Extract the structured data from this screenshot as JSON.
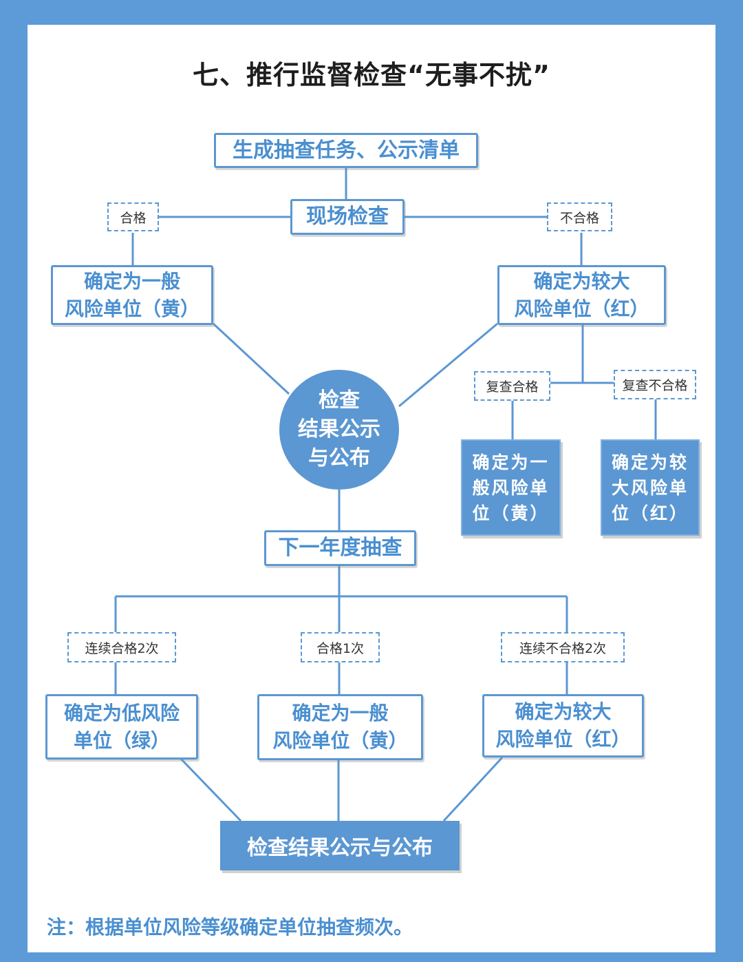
{
  "title": "七、推行监督检查“无事不扰”",
  "top_box": "生成抽查任务、公示清单",
  "onsite_box": "现场检查",
  "label_pass": "合格",
  "label_fail": "不合格",
  "general_risk_top": [
    "确定为一般",
    "风险单位（黄）"
  ],
  "major_risk_top": [
    "确定为较大",
    "风险单位（红）"
  ],
  "label_recheck_pass": "复查合格",
  "label_recheck_fail": "复查不合格",
  "recheck_general": [
    "确定为一",
    "般风险单",
    "位（黄）"
  ],
  "recheck_major": [
    "确定为较",
    "大风险单",
    "位（红）"
  ],
  "center_circle": [
    "检查",
    "结果公示",
    "与公布"
  ],
  "next_year_box": "下一年度抽查",
  "label_pass_twice": "连续合格2次",
  "label_pass_once": "合格1次",
  "label_fail_twice": "连续不合格2次",
  "low_risk": [
    "确定为低风险",
    "单位（绿）"
  ],
  "general_risk_bottom": [
    "确定为一般",
    "风险单位（黄）"
  ],
  "major_risk_bottom": [
    "确定为较大",
    "风险单位（红）"
  ],
  "bottom_result": "检查结果公示与公布",
  "note": "注：根据单位风险等级确定单位抽查频次。",
  "colors": {
    "background": "#5d9ad8",
    "accent": "#5b97d2",
    "text_blue": "#4a8fd0"
  }
}
